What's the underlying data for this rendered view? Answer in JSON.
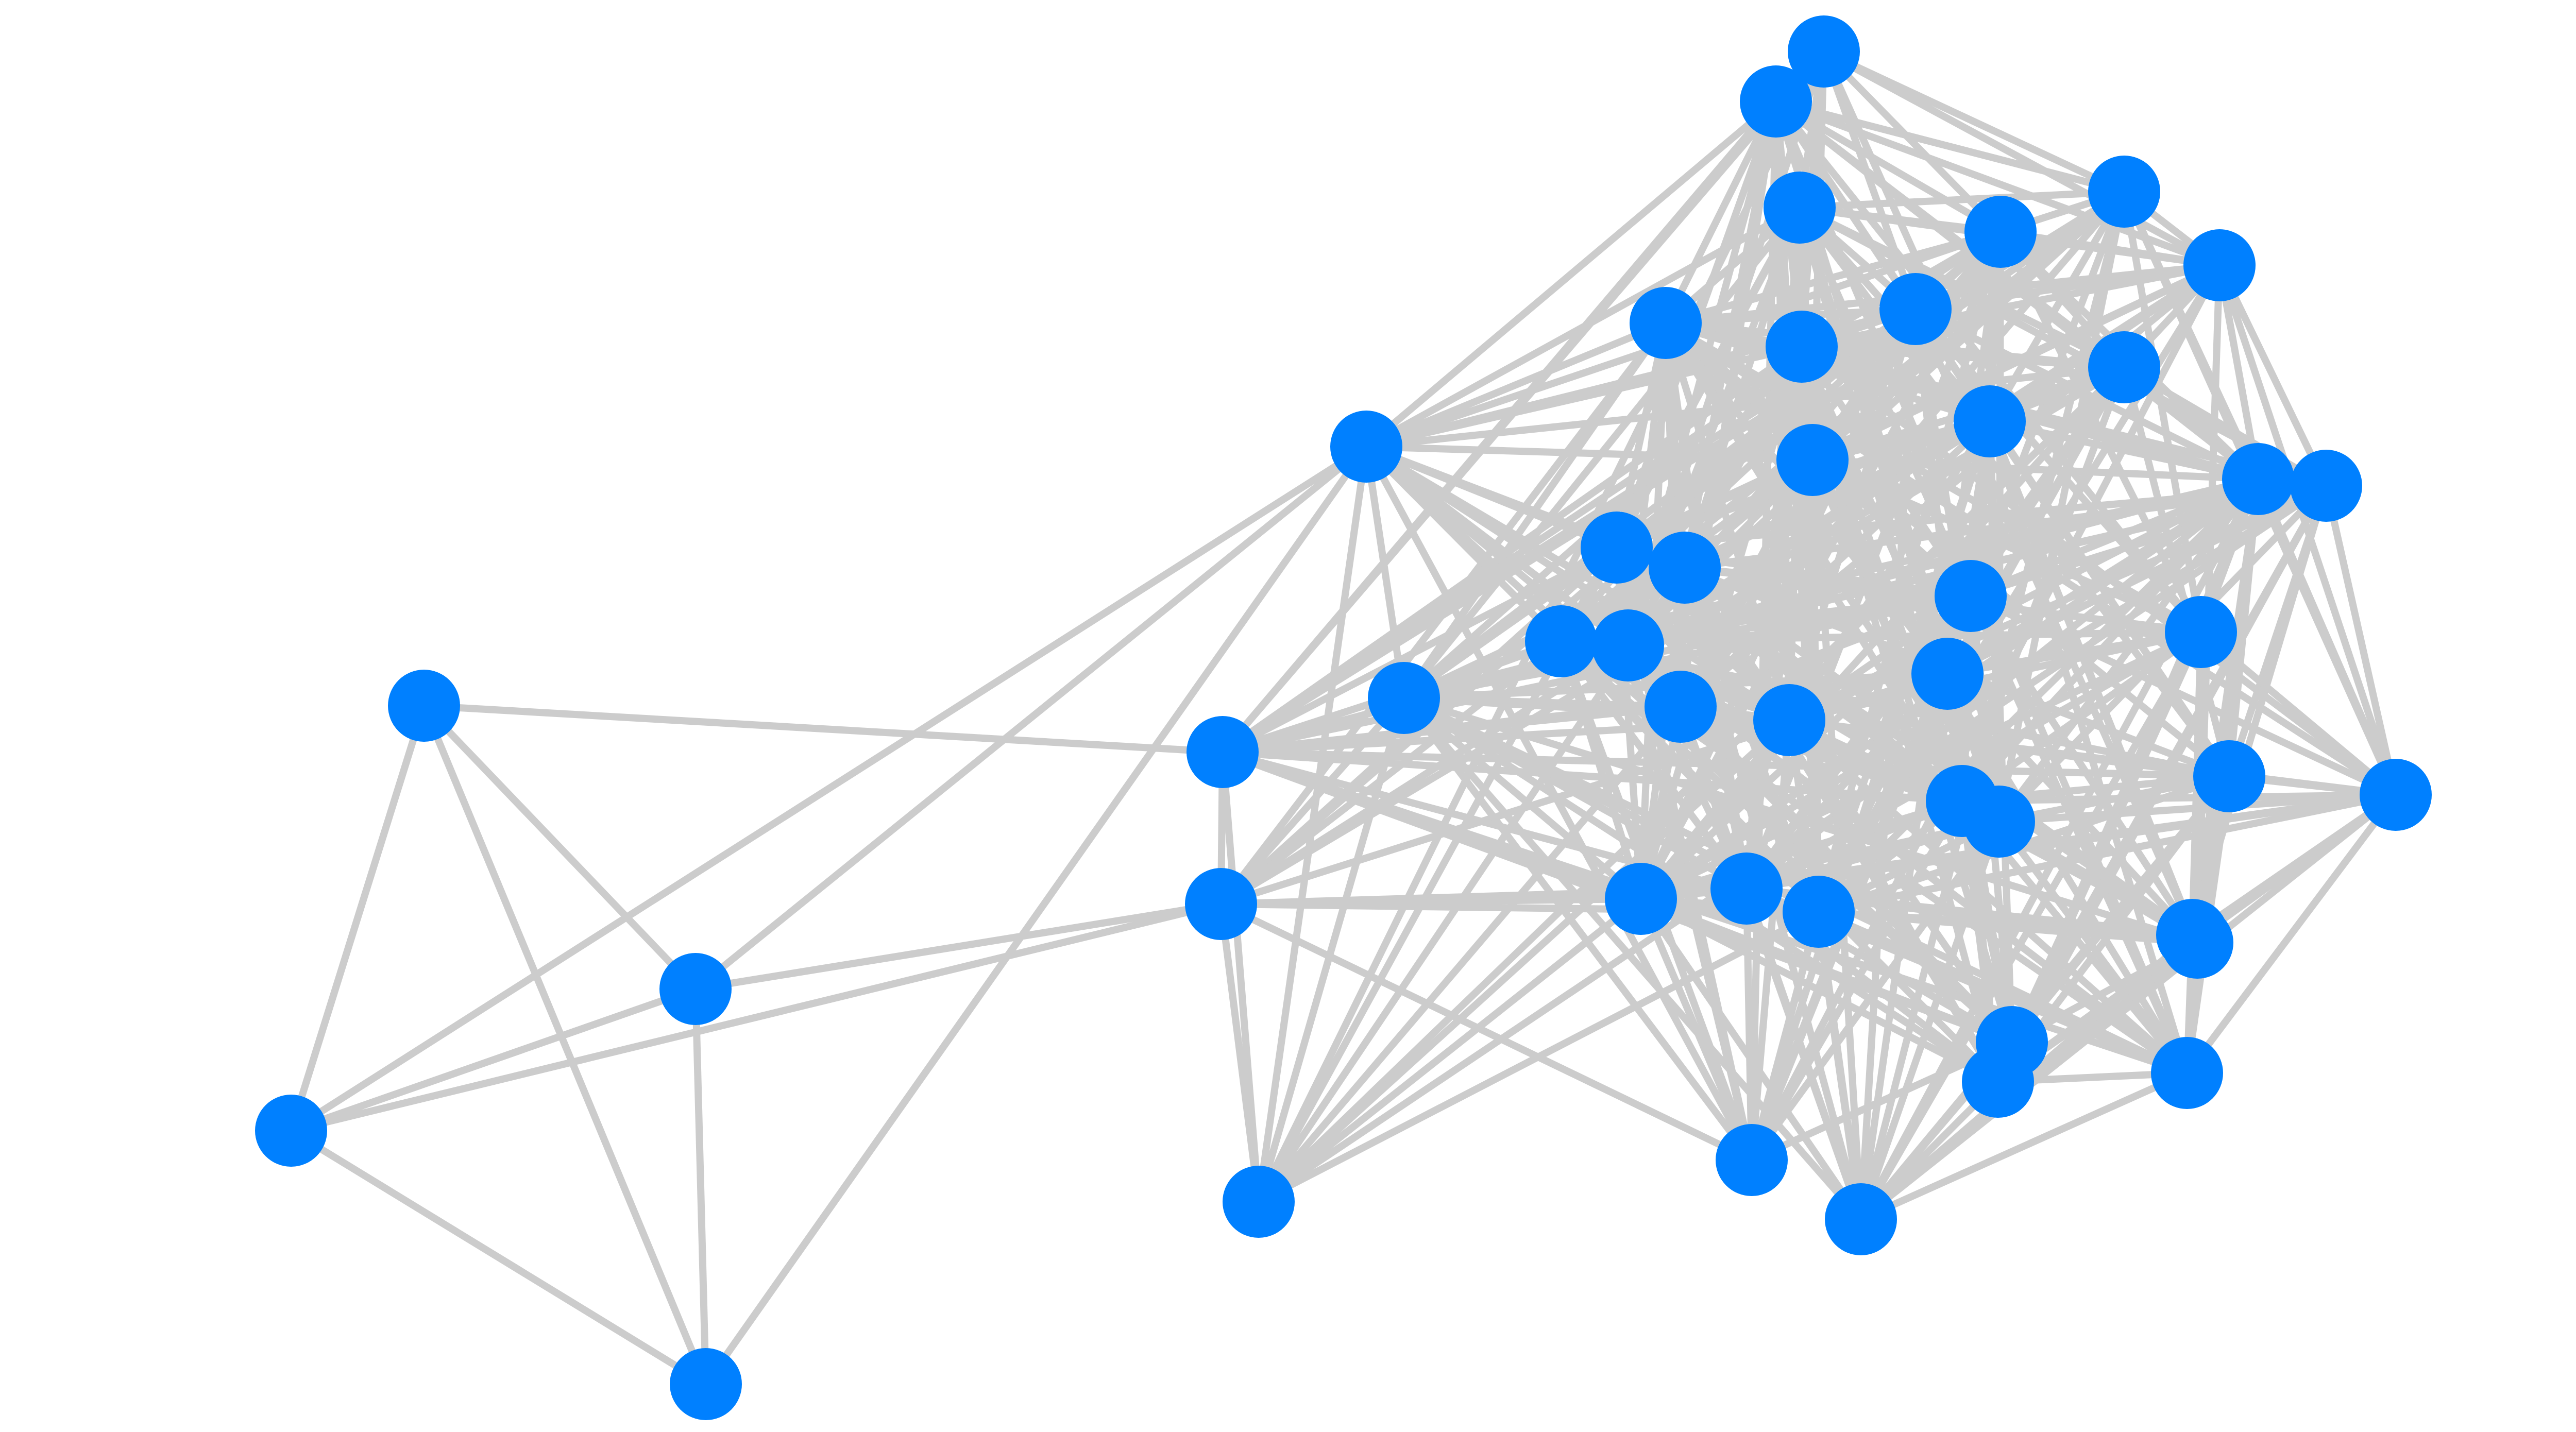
{
  "graph": {
    "edge_color": "#cccccc",
    "node_color": "#0080ff",
    "nodes": [
      {
        "id": "n0",
        "label": ""
      },
      {
        "id": "n1",
        "label": ""
      },
      {
        "id": "n2",
        "label": ""
      },
      {
        "id": "n3",
        "label": ""
      },
      {
        "id": "n4",
        "label": ""
      },
      {
        "id": "n5",
        "label": ""
      },
      {
        "id": "n6",
        "label": ""
      },
      {
        "id": "n7",
        "label": ""
      },
      {
        "id": "n8",
        "label": ""
      },
      {
        "id": "n9",
        "label": ""
      },
      {
        "id": "n10",
        "label": ""
      },
      {
        "id": "n11",
        "label": ""
      },
      {
        "id": "n12",
        "label": ""
      },
      {
        "id": "n13",
        "label": ""
      },
      {
        "id": "n14",
        "label": ""
      },
      {
        "id": "n15",
        "label": ""
      },
      {
        "id": "n16",
        "label": ""
      },
      {
        "id": "n17",
        "label": ""
      },
      {
        "id": "n18",
        "label": ""
      },
      {
        "id": "n19",
        "label": ""
      },
      {
        "id": "n20",
        "label": ""
      },
      {
        "id": "n21",
        "label": ""
      },
      {
        "id": "n22",
        "label": ""
      },
      {
        "id": "n23",
        "label": ""
      },
      {
        "id": "n24",
        "label": ""
      },
      {
        "id": "n25",
        "label": ""
      },
      {
        "id": "n26",
        "label": ""
      },
      {
        "id": "n27",
        "label": ""
      },
      {
        "id": "n28",
        "label": ""
      },
      {
        "id": "n29",
        "label": ""
      },
      {
        "id": "n30",
        "label": ""
      },
      {
        "id": "n31",
        "label": ""
      },
      {
        "id": "n32",
        "label": ""
      },
      {
        "id": "n33",
        "label": ""
      },
      {
        "id": "n34",
        "label": ""
      },
      {
        "id": "n35",
        "label": ""
      },
      {
        "id": "n36",
        "label": ""
      },
      {
        "id": "n37",
        "label": ""
      },
      {
        "id": "n38",
        "label": ""
      },
      {
        "id": "n39",
        "label": ""
      },
      {
        "id": "n40",
        "label": ""
      },
      {
        "id": "n41",
        "label": ""
      },
      {
        "id": "n42",
        "label": ""
      },
      {
        "id": "n43",
        "label": ""
      },
      {
        "id": "n44",
        "label": ""
      },
      {
        "id": "n45",
        "label": ""
      }
    ],
    "edges": [
      [
        "n0",
        "n1"
      ],
      [
        "n0",
        "n2"
      ],
      [
        "n0",
        "n3"
      ],
      [
        "n0",
        "n4"
      ],
      [
        "n1",
        "n2"
      ],
      [
        "n1",
        "n3"
      ],
      [
        "n2",
        "n3"
      ],
      [
        "n1",
        "n7"
      ],
      [
        "n3",
        "n7"
      ],
      [
        "n2",
        "n7"
      ],
      [
        "n2",
        "n5"
      ],
      [
        "n4",
        "n5"
      ],
      [
        "n4",
        "n6"
      ],
      [
        "n1",
        "n5"
      ]
    ]
  }
}
